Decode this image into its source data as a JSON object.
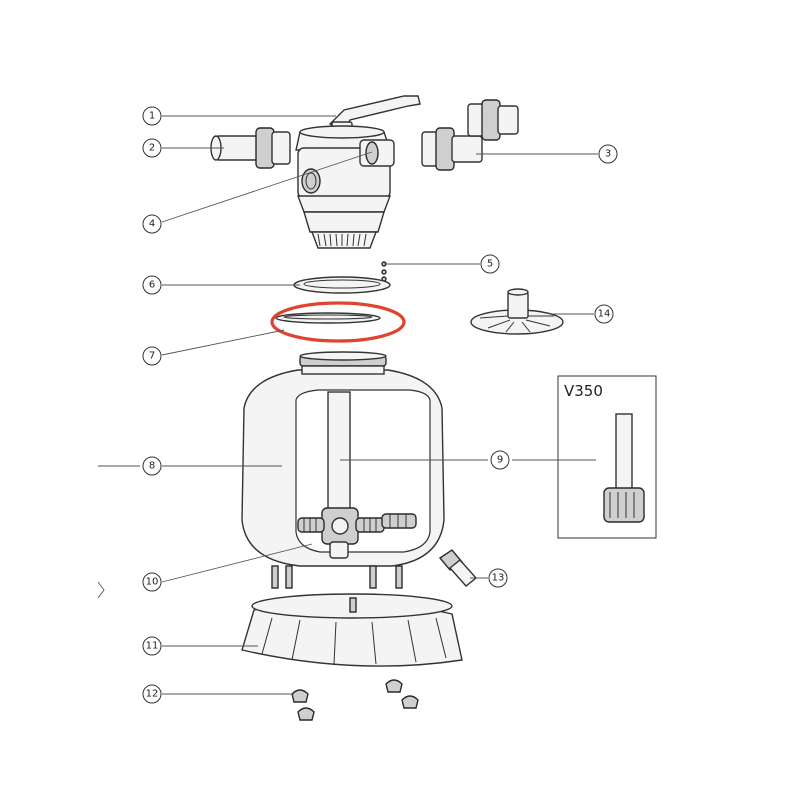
{
  "diagram": {
    "callouts": [
      {
        "label": "1"
      },
      {
        "label": "2"
      },
      {
        "label": "3"
      },
      {
        "label": "4"
      },
      {
        "label": "5"
      },
      {
        "label": "6"
      },
      {
        "label": "7"
      },
      {
        "label": "8"
      },
      {
        "label": "9"
      },
      {
        "label": "10"
      },
      {
        "label": "11"
      },
      {
        "label": "12"
      },
      {
        "label": "13"
      },
      {
        "label": "14"
      }
    ],
    "inset": {
      "label": "V350"
    },
    "highlight_color": "#e0442e",
    "line_color": "#333333"
  }
}
